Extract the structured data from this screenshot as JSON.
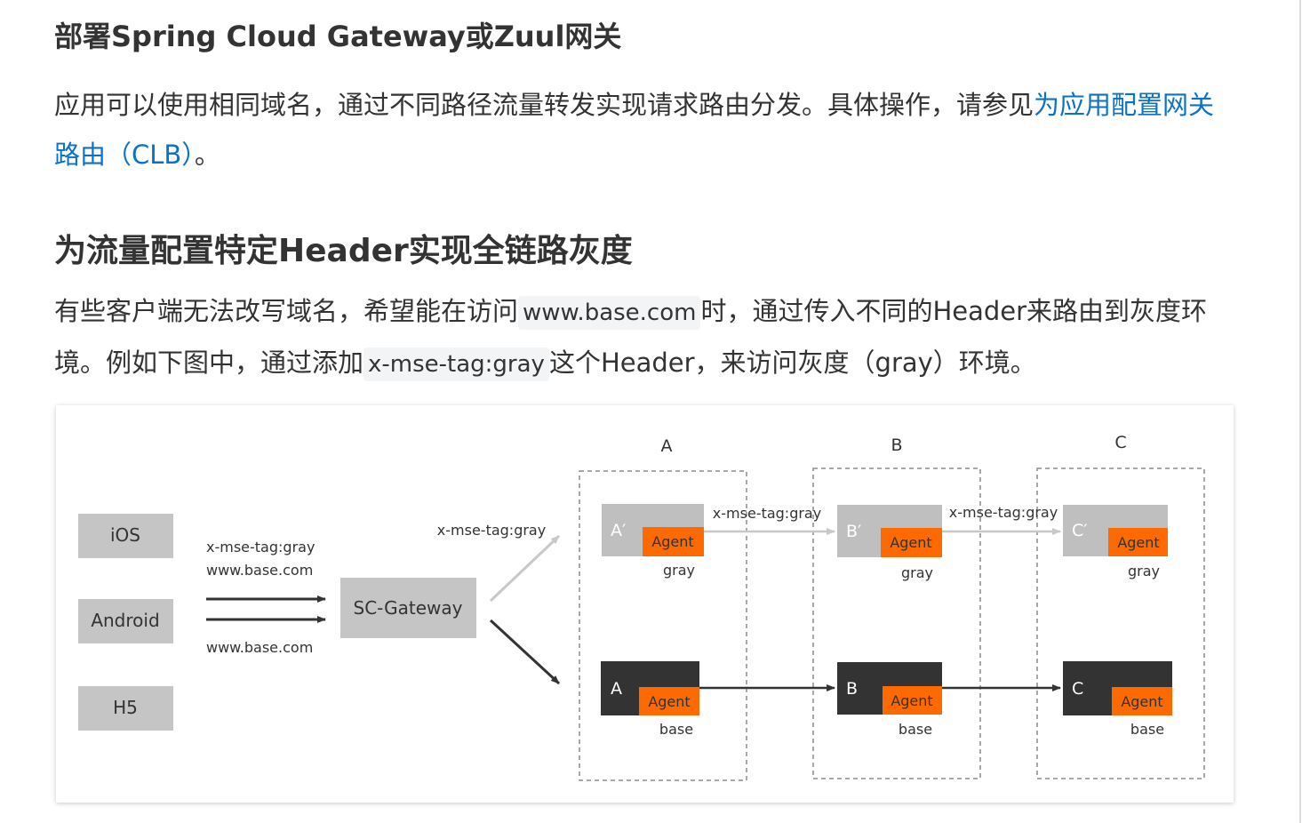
{
  "headings": {
    "deploy": "部署Spring Cloud Gateway或Zuul网关",
    "header_routing": "为流量配置特定Header实现全链路灰度"
  },
  "para1": {
    "text_before": "应用可以使用相同域名，通过不同路径流量转发实现请求路由分发。具体操作，请参见",
    "link": "为应用配置网关路由（CLB）",
    "text_after": "。"
  },
  "para2": {
    "part1": "有些客户端无法改写域名，希望能在访问",
    "code1": "www.base.com",
    "part2": "时，通过传入不同的Header来路由到灰度环境。例如下图中，通过添加",
    "code2": "x-mse-tag:gray",
    "part3": "这个Header，来访问灰度（gray）环境。"
  },
  "diagram": {
    "clients": [
      "iOS",
      "Android",
      "H5"
    ],
    "request_header": "x-mse-tag:gray",
    "request_domain_top": "www.base.com",
    "request_domain_bottom": "www.base.com",
    "gateway": "SC-Gateway",
    "gateway_gray_label": "x-mse-tag:gray",
    "groups": [
      {
        "label": "A",
        "gray_node": "A′",
        "base_node": "A"
      },
      {
        "label": "B",
        "gray_node": "B′",
        "base_node": "B"
      },
      {
        "label": "C",
        "gray_node": "C′",
        "base_node": "C"
      }
    ],
    "agent_label": "Agent",
    "gray_label": "gray",
    "base_label": "base",
    "link_label_ab": "x-mse-tag:gray",
    "link_label_bc": "x-mse-tag:gray",
    "colors": {
      "client_box": "#c5c5c5",
      "gray_node": "#bfbfbf",
      "base_node": "#333333",
      "agent": "#ff6a00",
      "gray_arrow": "#c8c8c8",
      "dark_arrow": "#333333",
      "dashed_border": "#8c8c8c"
    }
  }
}
